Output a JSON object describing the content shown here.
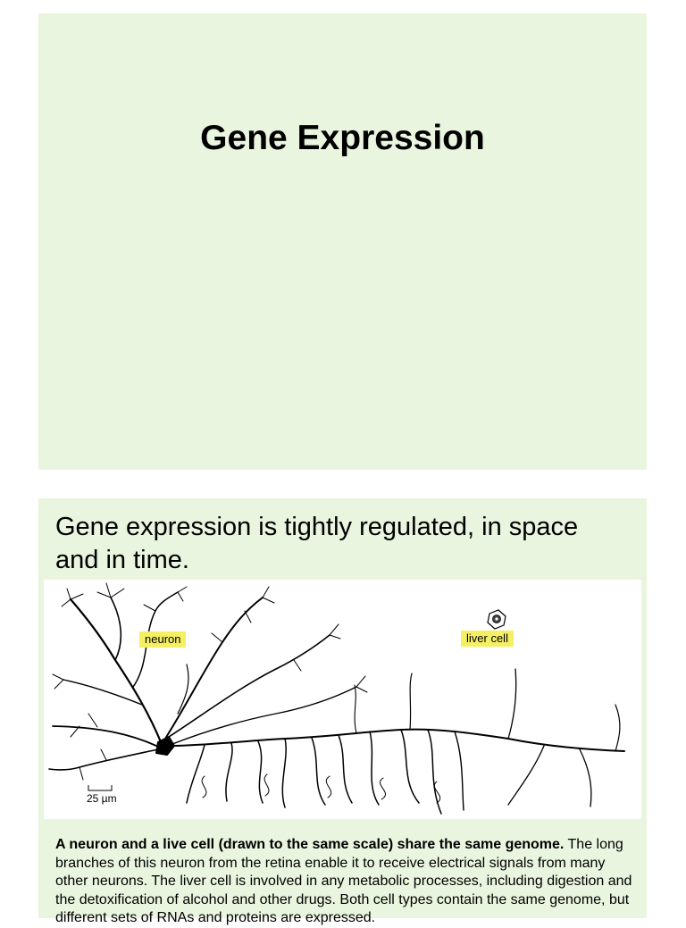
{
  "slide1": {
    "title": "Gene Expression"
  },
  "slide2": {
    "heading": "Gene expression is tightly regulated, in space and in time.",
    "figure": {
      "neuron_label": "neuron",
      "liver_label": "liver cell",
      "scale_bar": "25 µm"
    },
    "caption_bold": "A neuron and a live cell (drawn to the same scale) share the same genome.",
    "caption_text": " The long branches of this neuron from the retina enable it to receive electrical signals from many other neurons. The liver cell is involved in any metabolic processes, including digestion and the detoxification of alcohol and other drugs. Both cell types contain the same genome, but different sets of RNAs and proteins are expressed."
  },
  "colors": {
    "slide_bg": "#eaf5df",
    "label_highlight": "#f4ef63"
  }
}
